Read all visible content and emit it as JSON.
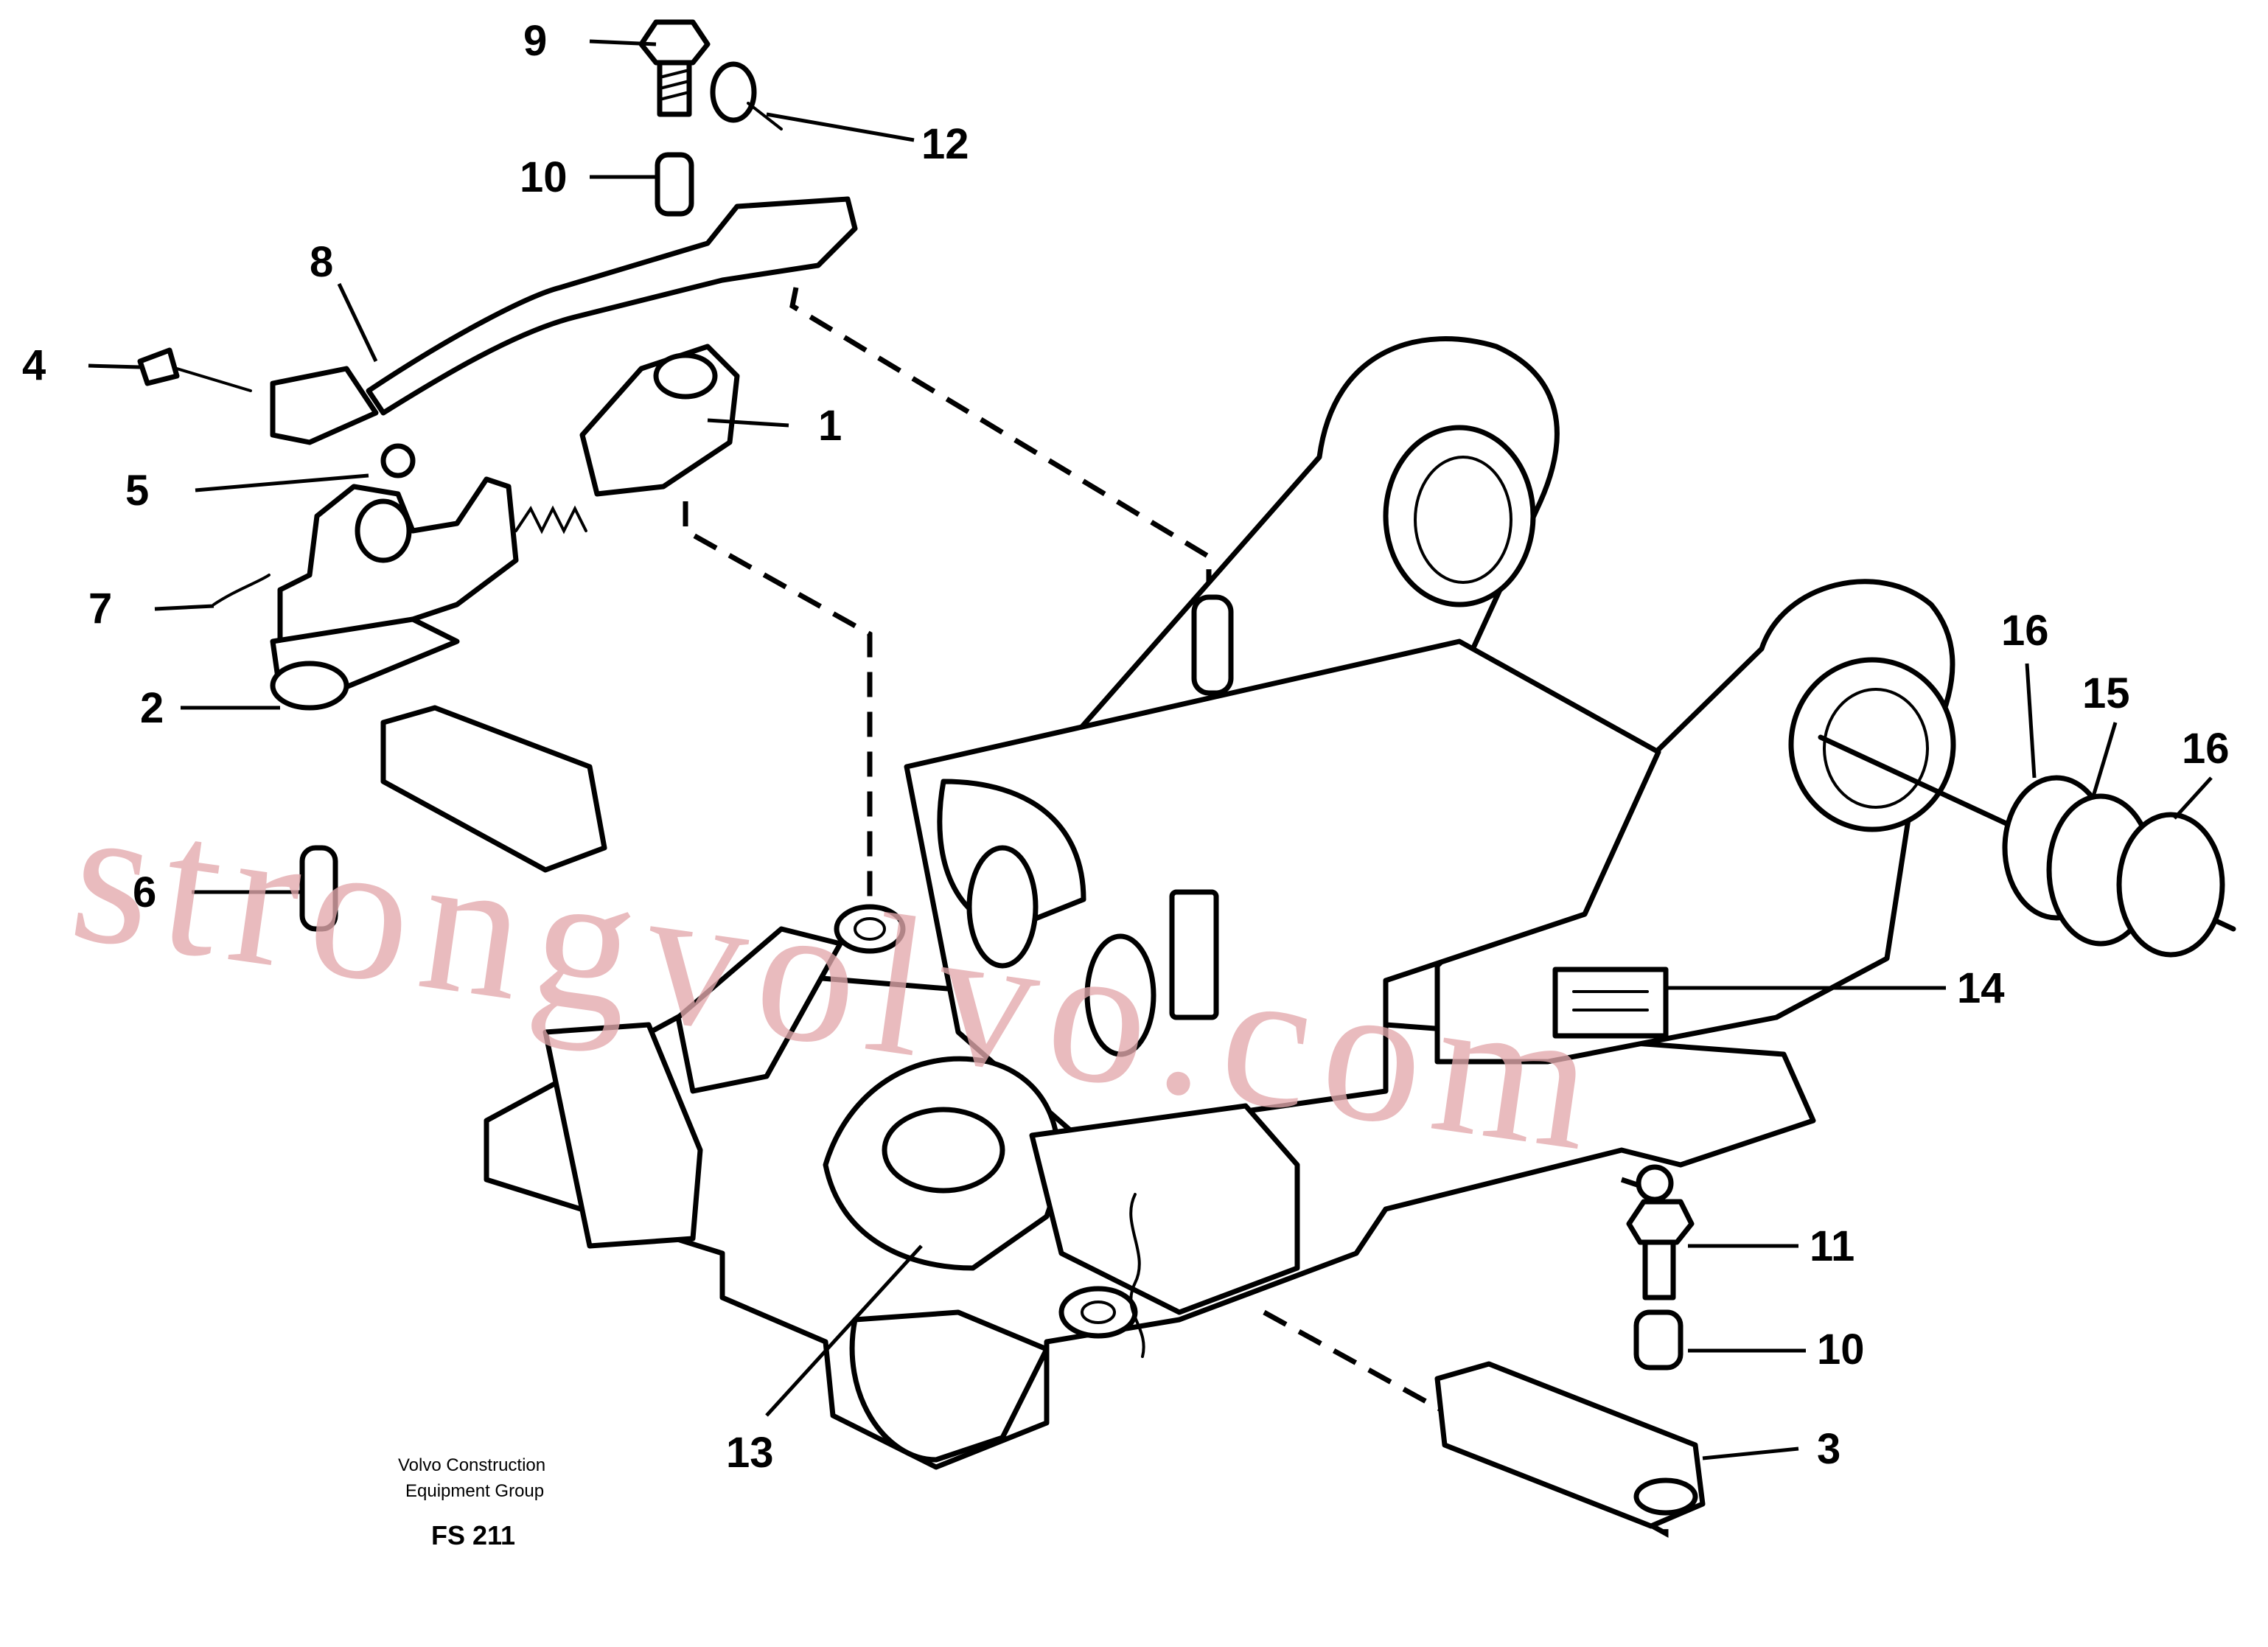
{
  "callouts": [
    "9",
    "12",
    "10",
    "8",
    "4",
    "1",
    "5",
    "7",
    "2",
    "6",
    "16",
    "15",
    "16",
    "14",
    "11",
    "10",
    "13",
    "3"
  ],
  "footer": {
    "line1": "Volvo Construction",
    "line2": "Equipment Group",
    "code": "FS 211"
  },
  "watermark": "strongvolvo.com",
  "colors": {
    "line": "#000000",
    "watermark": "#e3a9ad",
    "background": "#ffffff"
  }
}
